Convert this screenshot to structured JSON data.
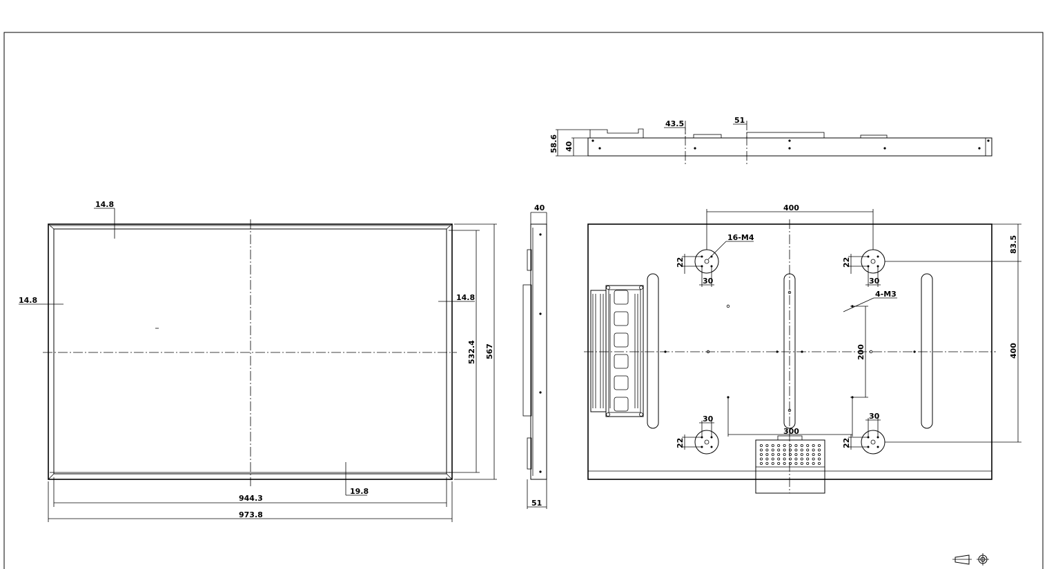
{
  "front_view": {
    "bezel_top": "14.8",
    "bezel_left": "14.8",
    "bezel_right": "14.8",
    "bezel_bottom": "19.8",
    "inner_width": "944.3",
    "outer_width": "973.8",
    "inner_height": "532.4",
    "outer_height": "567"
  },
  "side_view": {
    "depth_top": "40",
    "depth_bottom": "51"
  },
  "top_view": {
    "total_depth": "58.6",
    "frame_depth": "40",
    "offset_a": "43.5",
    "offset_b": "51"
  },
  "rear_view": {
    "vesa_horizontal": "400",
    "vesa_vertical": "400",
    "top_offset": "83.5",
    "screw_spec_m4": "16-M4",
    "screw_spec_m3": "4-M3",
    "small_vertical": "200",
    "small_horizontal": "300",
    "boss_height": "22",
    "boss_width": "30"
  },
  "projection_symbol": "first-angle projection symbol"
}
